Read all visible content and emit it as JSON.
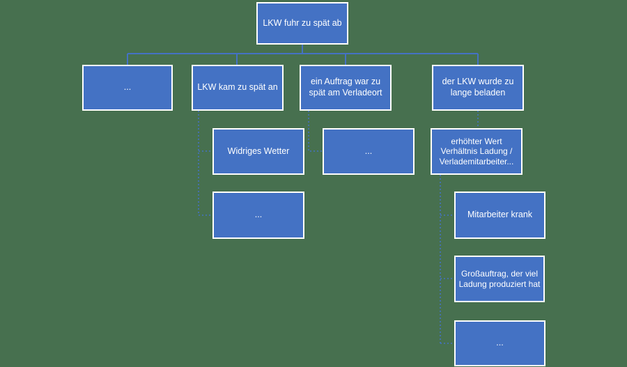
{
  "theme": {
    "background": "#47704F",
    "box_fill": "#4472C4",
    "box_border": "#FFFFFF",
    "connector": "#4472C4",
    "text_color": "#FFFFFF"
  },
  "diagram": {
    "type": "hierarchy-cause-tree",
    "tree": {
      "label": "LKW fuhr zu spät ab",
      "children": [
        {
          "label": "..."
        },
        {
          "label": "LKW kam zu spät an",
          "children": [
            {
              "label": "Widriges Wetter"
            },
            {
              "label": "..."
            }
          ]
        },
        {
          "label": "ein Auftrag war zu spät am Verladeort",
          "children": [
            {
              "label": "..."
            }
          ]
        },
        {
          "label": "der LKW wurde zu lange beladen",
          "children": [
            {
              "label": "erhöhter Wert Verhältnis Ladung / Verlademitarbeiter...",
              "children": [
                {
                  "label": "Mitarbeiter krank"
                },
                {
                  "label": "Großauftrag, der viel Ladung produziert hat"
                },
                {
                  "label": "..."
                }
              ]
            }
          ]
        }
      ]
    }
  }
}
